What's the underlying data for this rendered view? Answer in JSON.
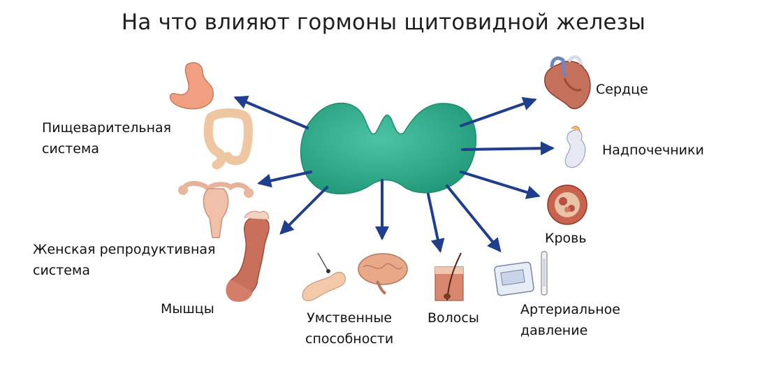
{
  "title": "На что влияют гормоны щитовидной железы",
  "colors": {
    "gland": "#2fad8e",
    "arrow": "#1f3f8c"
  },
  "targets": {
    "digestive": {
      "line1": "Пищеварительная",
      "line2": "система"
    },
    "reproductive": {
      "line1": "Женская репродуктивная",
      "line2": "система"
    },
    "muscles": {
      "line1": "Мышцы"
    },
    "mental": {
      "line1": "Умственные",
      "line2": "способности"
    },
    "hair": {
      "line1": "Волосы"
    },
    "pressure": {
      "line1": "Артериальное",
      "line2": "давление"
    },
    "blood": {
      "line1": "Кровь"
    },
    "adrenal": {
      "line1": "Надпочечники"
    },
    "heart": {
      "line1": "Сердце"
    }
  }
}
